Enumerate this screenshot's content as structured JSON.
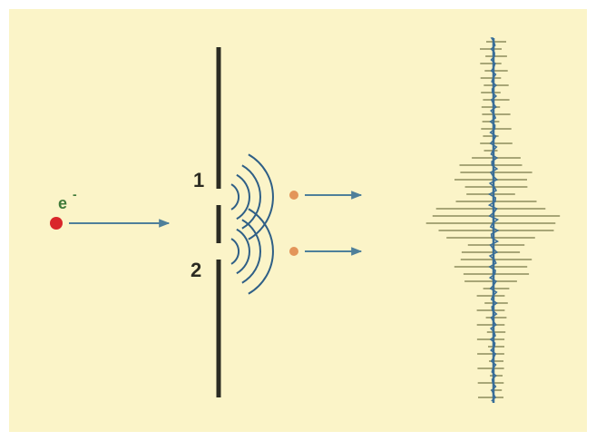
{
  "diagram": {
    "electron_label": "e",
    "electron_superscript": "-",
    "slit_1_label": "1",
    "slit_2_label": "2",
    "colors": {
      "background": "#fbf4c8",
      "barrier": "#2b2b22",
      "wave": "#2f5f86",
      "electron_source": "#d9262a",
      "electron_label": "#3f7a3a",
      "arrow": "#4e7f9a",
      "emitted_electron": "#e3955a",
      "pattern_lines": "#a8a677",
      "screen_line": "#3a6e98"
    },
    "icons": [
      "electron-source-dot",
      "arrow-right-icon",
      "emitted-electron-dot",
      "wavefront-arcs",
      "interference-pattern"
    ]
  }
}
